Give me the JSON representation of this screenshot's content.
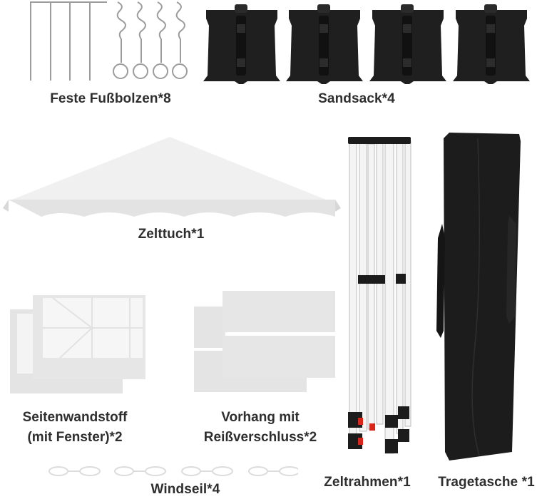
{
  "components": [
    {
      "id": "pegs",
      "label": "Feste Fußbolzen*8",
      "quantity": 8,
      "description": "4 L-shaped stakes and 4 spiral ground pegs"
    },
    {
      "id": "sandbags",
      "label": "Sandsack*4",
      "quantity": 4,
      "description": "Black weight bags with strap"
    },
    {
      "id": "canopy",
      "label": "Zelttuch*1",
      "quantity": 1,
      "description": "White canopy roof with scalloped valance"
    },
    {
      "id": "sidewalls",
      "label_line1": "Seitenwandstoff",
      "label_line2": "(mit Fenster)*2",
      "quantity": 2,
      "description": "Sidewall fabric with window"
    },
    {
      "id": "curtains",
      "label_line1": "Vorhang mit",
      "label_line2": "Reißverschluss*2",
      "quantity": 2,
      "description": "Curtain with zipper"
    },
    {
      "id": "frame",
      "label": "Zeltrahmen*1",
      "quantity": 1,
      "description": "Folded white steel frame"
    },
    {
      "id": "bag",
      "label": "Tragetasche *1",
      "quantity": 1,
      "description": "Black carry bag"
    },
    {
      "id": "ropes",
      "label": "Windseil*4",
      "quantity": 4,
      "description": "Wind ropes"
    }
  ],
  "colors": {
    "text": "#2e2e2e",
    "fabric": "#e6e6e6",
    "fabric_light": "#f2f2f2",
    "black": "#1c1c1c",
    "metal": "#9a9a9a",
    "accent_red": "#d9261c"
  }
}
